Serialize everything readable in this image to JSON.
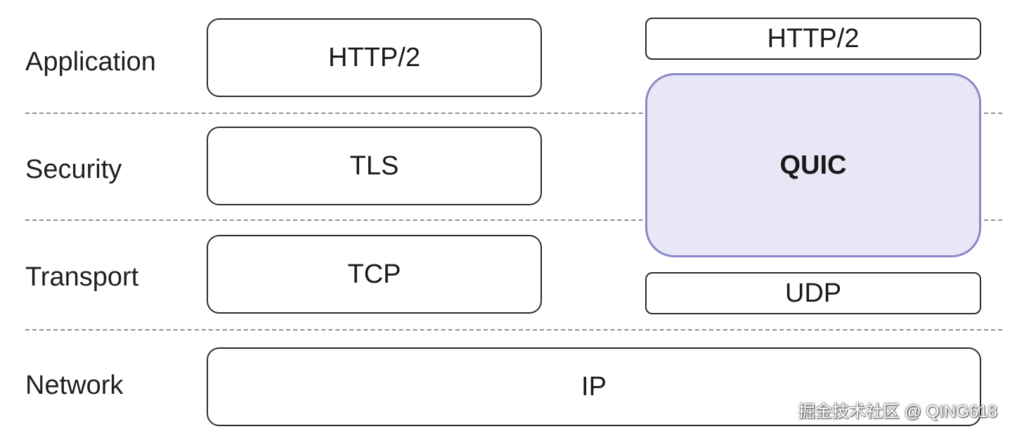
{
  "layers": [
    {
      "label": "Application"
    },
    {
      "label": "Security"
    },
    {
      "label": "Transport"
    },
    {
      "label": "Network"
    }
  ],
  "left_stack": {
    "application": "HTTP/2",
    "security": "TLS",
    "transport": "TCP"
  },
  "right_stack": {
    "application": "HTTP/2",
    "quic": "QUIC",
    "transport": "UDP"
  },
  "network": "IP",
  "watermark": "掘金技术社区 @ QING618",
  "colors": {
    "quic_fill": "#e8e7f5",
    "quic_border": "#8a86c8",
    "box_border": "#2b2b2b",
    "divider": "#8e8e8e"
  }
}
